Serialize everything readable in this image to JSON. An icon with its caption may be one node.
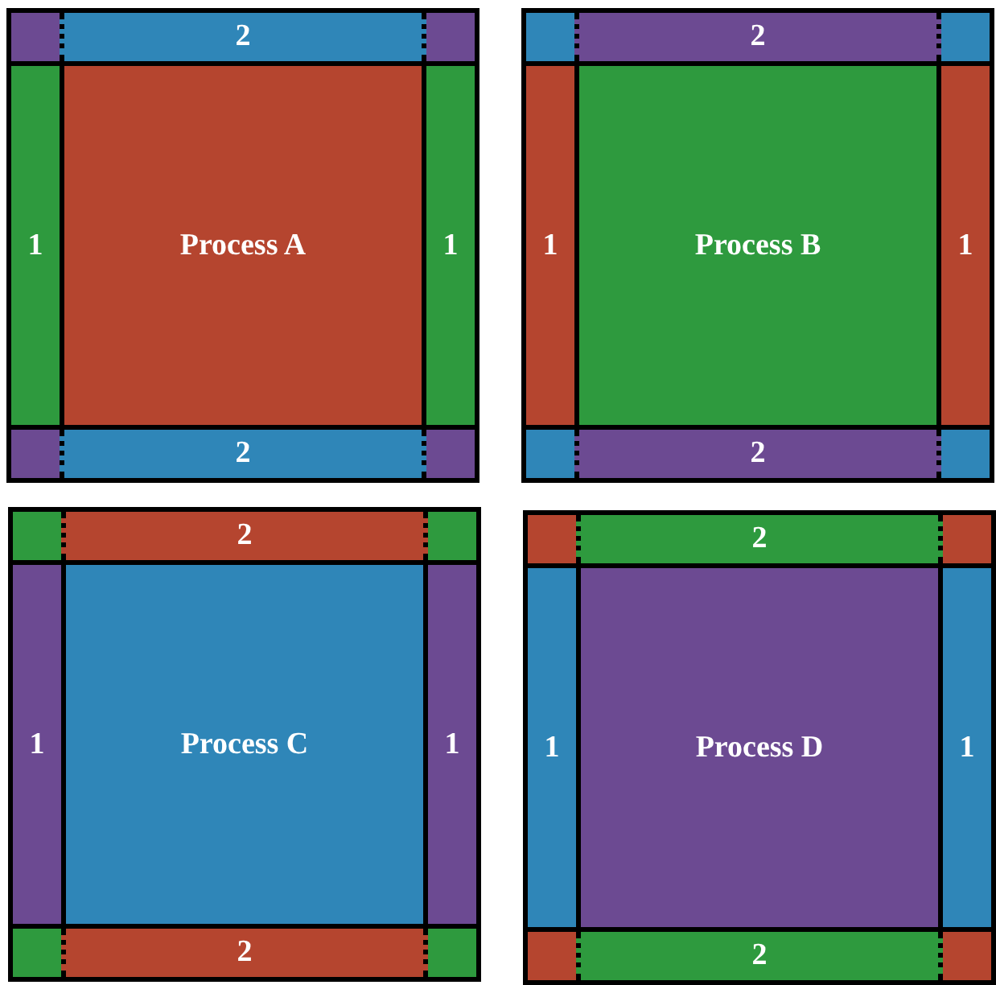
{
  "diagram": {
    "nodes": [
      {
        "text": [],
        "shape": "box"
      },
      {
        "text": [
          "2"
        ]
      },
      {
        "text": [],
        "shape": "box"
      },
      {
        "text": [
          "1"
        ]
      },
      {
        "text": [
          "Process A"
        ]
      },
      {
        "text": [
          "1"
        ]
      },
      {
        "text": [],
        "shape": "box"
      },
      {
        "text": [
          "2"
        ]
      },
      {
        "text": [],
        "shape": "box"
      },
      {
        "text": [],
        "shape": "box"
      },
      {
        "text": [
          "2"
        ]
      },
      {
        "text": [],
        "shape": "box"
      },
      {
        "text": [
          "1"
        ]
      },
      {
        "text": [
          "Process B"
        ]
      },
      {
        "text": [
          "1"
        ]
      },
      {
        "text": [],
        "shape": "box"
      },
      {
        "text": [
          "2"
        ]
      },
      {
        "text": [],
        "shape": "box"
      },
      {
        "text": [],
        "shape": "box"
      },
      {
        "text": [
          "2"
        ]
      },
      {
        "text": [],
        "shape": "box"
      },
      {
        "text": [
          "1"
        ]
      },
      {
        "text": [
          "Process C"
        ]
      },
      {
        "text": [
          "1"
        ]
      },
      {
        "text": [],
        "shape": "box"
      },
      {
        "text": [
          "2"
        ]
      },
      {
        "text": [],
        "shape": "box"
      },
      {
        "text": [],
        "shape": "box"
      },
      {
        "text": [
          "2"
        ]
      },
      {
        "text": [],
        "shape": "box"
      },
      {
        "text": [
          "1"
        ]
      },
      {
        "text": [
          "Process D"
        ]
      },
      {
        "text": [
          "1"
        ]
      },
      {
        "text": [],
        "shape": "box"
      },
      {
        "text": [
          "2"
        ]
      },
      {
        "text": [],
        "shape": "box"
      }
    ]
  }
}
